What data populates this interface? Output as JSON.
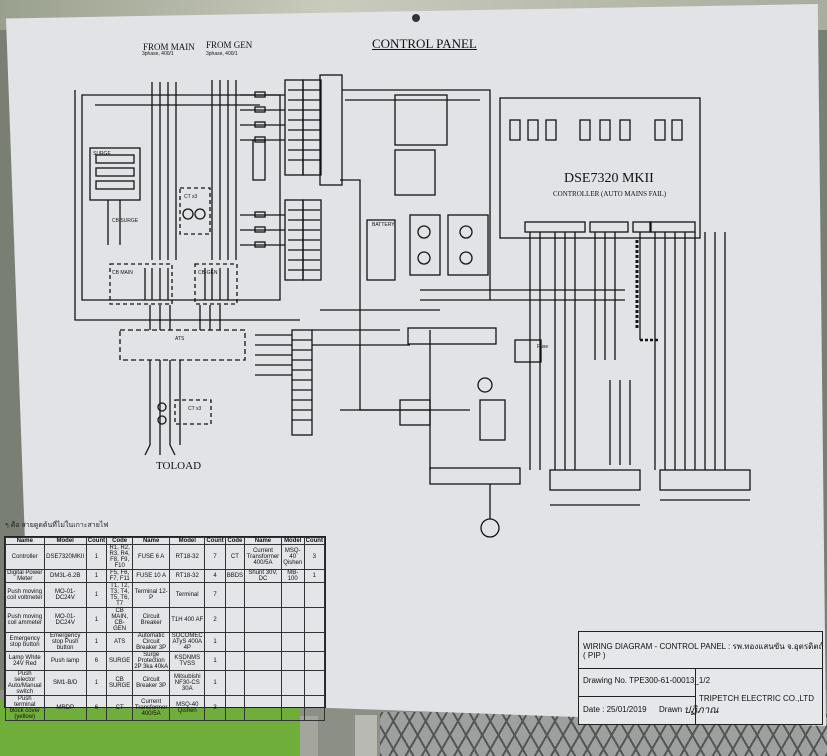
{
  "title": "CONTROL PANEL",
  "source_labels": {
    "from_main": "FROM MAIN",
    "from_gen": "FROM GEN"
  },
  "load_label": "TOLOAD",
  "controller": {
    "name": "DSE7320 MKII",
    "subtitle": "CONTROLLER (AUTO MAINS FAIL)"
  },
  "note_text": "ๆ คือ สายดูดต้นที่ไม่ในเกาะสายไฟ",
  "bom": {
    "headers": [
      "Name",
      "Model",
      "Count",
      "Code",
      "Name",
      "Model",
      "Count",
      "Code",
      "Name",
      "Model",
      "Count"
    ],
    "rows": [
      [
        "Controller",
        "DSE7320MKII",
        "1",
        "R1, R2, R3, R4, F8, F9, F10",
        "FUSE 6 A",
        "RT18-32",
        "7",
        "CT",
        "Current Transformer 400/5A",
        "MSQ-40 Qishen",
        "3"
      ],
      [
        "Digital Power Meter",
        "DM3L-6.2B",
        "1",
        "F5, F6, F7, F11",
        "FUSE 10 A",
        "RT18-32",
        "4",
        "BBDS",
        "Shunt 30V, DC",
        "MB-100",
        "1"
      ],
      [
        "Push moving coil voltmeter",
        "MO-01-DC24V",
        "1",
        "T1, T2, T3, T4, T5, T6, T7",
        "Terminal 12-P",
        "Terminal",
        "7",
        "",
        "",
        "",
        ""
      ],
      [
        "Push moving coil ammeter",
        "MO-01-DC24V",
        "1",
        "CB MAIN, CB-GEN",
        "Circuit Breaker",
        "T1H 400 AF",
        "2",
        "",
        "",
        "",
        ""
      ],
      [
        "Emergency stop button",
        "Emergency stop Push button",
        "1",
        "ATS",
        "Automatic Circuit Breaker 3P",
        "SOCOMEC ATyS 400A 4P",
        "1",
        "",
        "",
        "",
        ""
      ],
      [
        "Lamp White 24V Red",
        "Push lamp",
        "6",
        "SURGE",
        "Surge Protection 2P 3ka 40kA",
        "KSDNMS TVSS",
        "1",
        "",
        "",
        "",
        ""
      ],
      [
        "Push selector Auto/Manual switch",
        "SM1-B/D",
        "1",
        "CB SURGE",
        "Circuit Breaker 3P",
        "Mitsubishi NF30-CS 30A",
        "1",
        "",
        "",
        "",
        ""
      ],
      [
        "Push terminal block cover (yellow)",
        "MRDP",
        "6",
        "CT",
        "Current Transformer 400/5A",
        "MSQ-40 Qishen",
        "3",
        "",
        "",
        "",
        ""
      ]
    ]
  },
  "title_block": {
    "wiring_label": "WIRING DIAGRAM - CONTROL PANEL : รพ.ทองแสนขัน จ.อุตรดิตถ์",
    "pip": "( PIP )",
    "drawing_no": "Drawing No. TPE300-61-00013_1/2",
    "company": "TRIPETCH ELECTRIC CO.,LTD",
    "date": "Date : 25/01/2019",
    "drawn": "Drawn",
    "drawn_sig": "ปฏิภาณ"
  },
  "colors": {
    "ink": "#141414",
    "paper": "#e2e3e6"
  }
}
